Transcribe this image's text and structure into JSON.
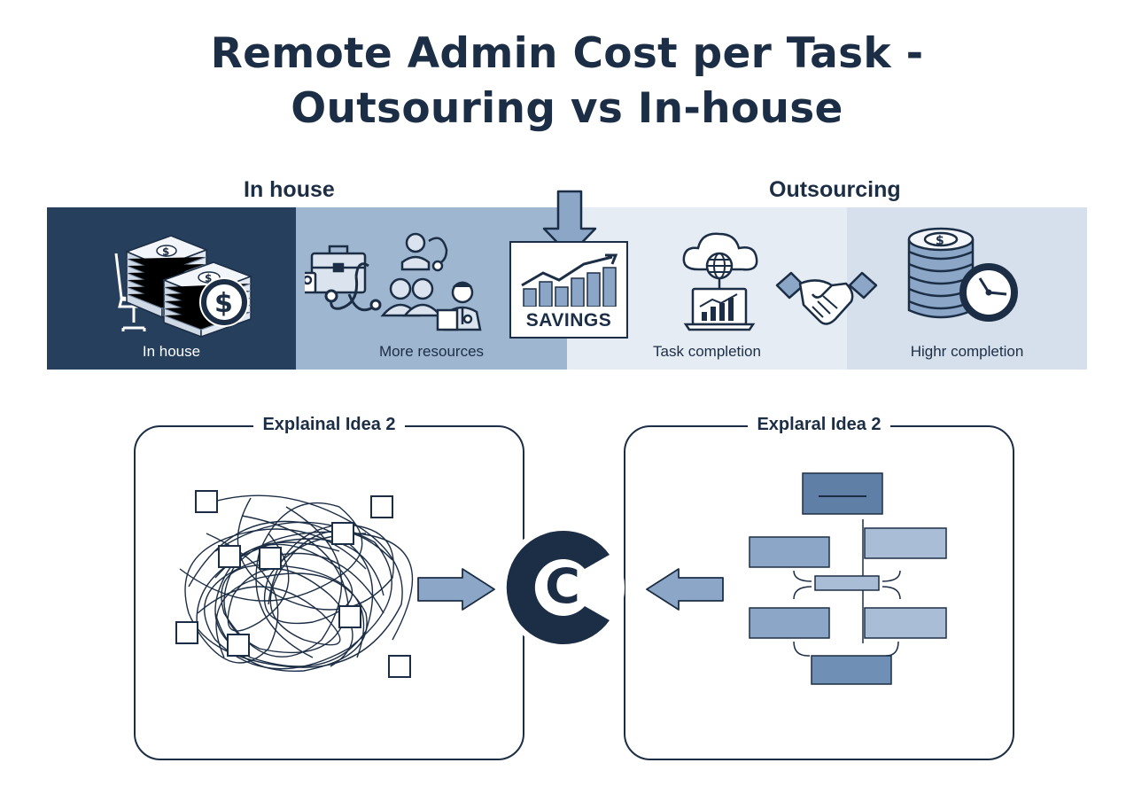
{
  "title_line1": "Remote Admin Cost per Task -",
  "title_line2": "Outsouring vs In-house",
  "labels": {
    "left": "In house",
    "right": "Outsourcing"
  },
  "segments": [
    {
      "caption": "In house",
      "icons": [
        "money-stack-icon",
        "office-chair-icon",
        "dollar-coin-icon"
      ]
    },
    {
      "caption": "More resources",
      "icons": [
        "briefcase-icon",
        "stethoscope-icon",
        "people-icon",
        "doctor-icon"
      ]
    },
    {
      "caption": "Task completion",
      "icons": [
        "cloud-globe-icon",
        "laptop-chart-icon"
      ]
    },
    {
      "caption": "Highr completion",
      "icons": [
        "handshake-icon",
        "coin-stack-icon",
        "clock-icon"
      ]
    }
  ],
  "savings": {
    "label": "SAVINGS",
    "icon": "down-arrow-icon"
  },
  "panels": {
    "left": {
      "title": "Explainal Idea 2"
    },
    "right": {
      "title": "Explaral Idea 2"
    }
  },
  "center_logo": {
    "letter": "C"
  },
  "colors": {
    "navy": "#1c2e45",
    "dark_segment": "#253f5d",
    "mid_segment": "#9fb6d0",
    "light_segment": "#e6ecf3",
    "pale_segment": "#d6e0ec",
    "box_blue": "#8ba6c6"
  }
}
